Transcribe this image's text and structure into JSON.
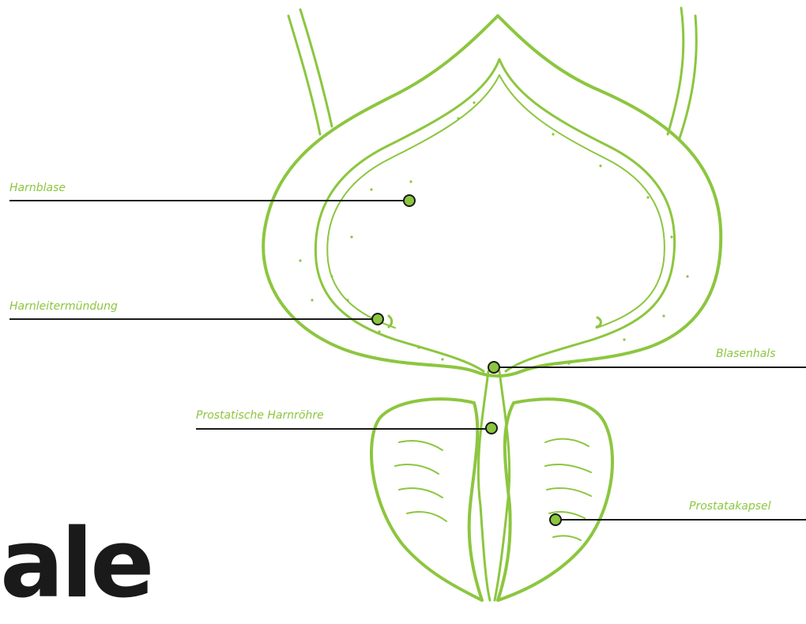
{
  "colors": {
    "accent": "#8cc63f",
    "line": "#1a1a1a"
  },
  "labels": {
    "harnblase": "Harnblase",
    "harnleitermuendung": "Harnleitermündung",
    "blasenhals": "Blasenhals",
    "prostatische_harnroehre": "Prostatische Harnröhre",
    "prostatakapsel": "Prostatakapsel"
  },
  "heading_fragment": "ale"
}
